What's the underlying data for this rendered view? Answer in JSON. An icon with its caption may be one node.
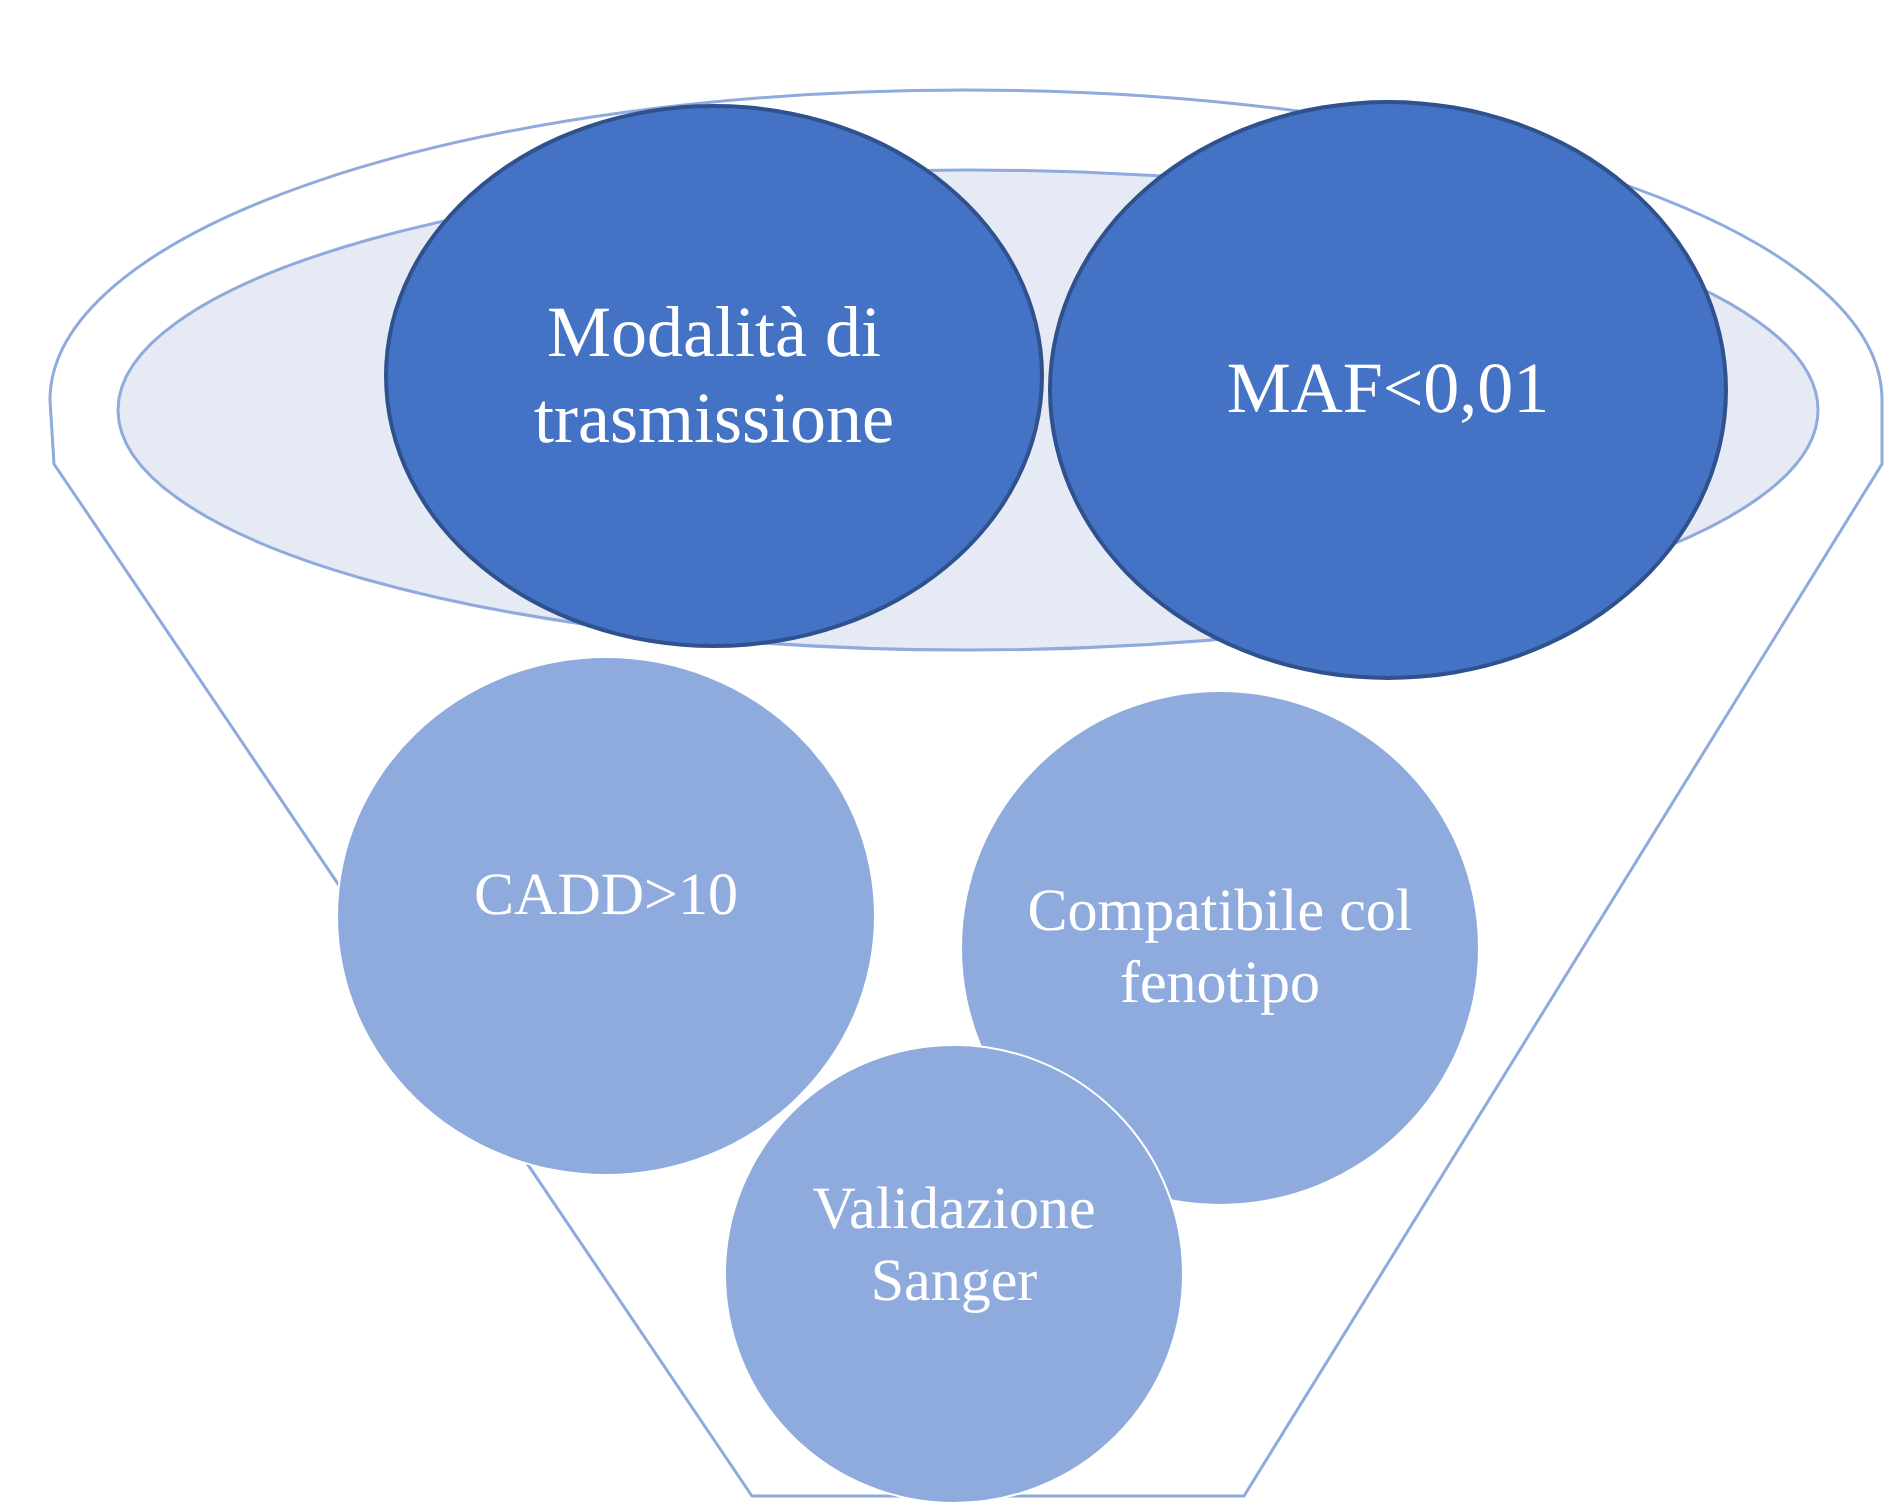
{
  "diagram": {
    "nodes": [
      {
        "text": [
          "Modalità di trasmissione"
        ]
      },
      {
        "text": [
          "MAF<0,01"
        ]
      },
      {
        "text": [
          "CADD>10"
        ]
      },
      {
        "text": [
          "Compatibile col fenotipo"
        ]
      },
      {
        "text": [
          "Validazione Sanger"
        ]
      }
    ]
  }
}
